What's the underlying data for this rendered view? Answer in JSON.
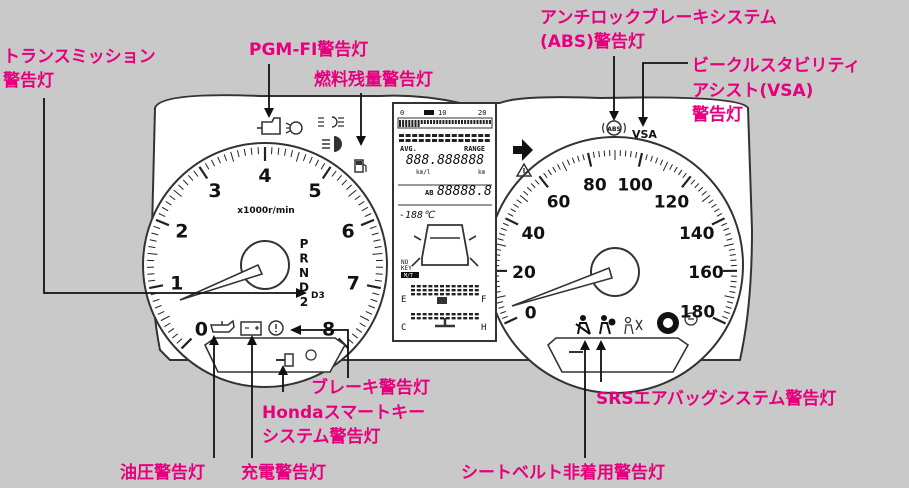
{
  "labels": {
    "transmission": [
      "トランスミッション",
      "警告灯"
    ],
    "pgmfi": "PGM-FI警告灯",
    "fuel": "燃料残量警告灯",
    "abs": [
      "アンチロックブレーキシステム",
      "(ABS)警告灯"
    ],
    "vsa": [
      "ビークルスタビリティ",
      "アシスト(VSA)",
      "警告灯"
    ],
    "brake": "ブレーキ警告灯",
    "smartkey": [
      "Hondaスマートキー",
      "システム警告灯"
    ],
    "oil": "油圧警告灯",
    "charge": "充電警告灯",
    "seatbelt": "シートベルト非着用警告灯",
    "srs": "SRSエアバッグシステム警告灯"
  },
  "tachometer": {
    "numbers": [
      "0",
      "1",
      "2",
      "3",
      "4",
      "5",
      "6",
      "7",
      "8"
    ],
    "unit": "x1000r/min",
    "gears": [
      "P",
      "R",
      "N",
      "D",
      "2"
    ],
    "d3": "D3"
  },
  "speedometer": {
    "numbers": [
      "0",
      "20",
      "40",
      "60",
      "80",
      "100",
      "120",
      "140",
      "160",
      "180"
    ],
    "vsa_text": "VSA"
  },
  "lcd": {
    "scale_0": "0",
    "scale_10": "10",
    "scale_20": "20",
    "avg": "AVG.",
    "range": "RANGE",
    "digits_top": "888.888888",
    "unit_left": "km/l",
    "unit_right": "km",
    "ab": "AB",
    "odo": "88888.8",
    "temp": "-188℃",
    "no_key": [
      "NO",
      "KEY"
    ],
    "mt": "M/T",
    "fuel_e": "E",
    "fuel_f": "F",
    "temp_c": "C",
    "temp_h": "H"
  }
}
